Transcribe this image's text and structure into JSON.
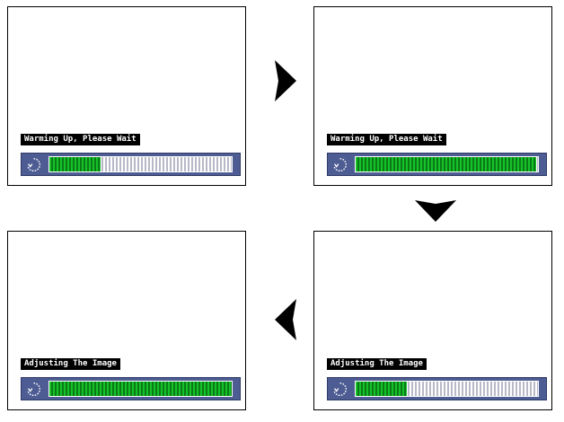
{
  "screens": [
    {
      "id": "screen-1",
      "label": "Warming Up, Please Wait",
      "progress": 0.28
    },
    {
      "id": "screen-2",
      "label": "Warming Up, Please Wait",
      "progress": 0.99
    },
    {
      "id": "screen-3",
      "label": "Adjusting The Image",
      "progress": 0.28
    },
    {
      "id": "screen-4",
      "label": "Adjusting The Image",
      "progress": 1.0
    }
  ],
  "icons": {
    "spinner": "refresh-spinner-icon",
    "arrow_right": "arrow-right-icon",
    "arrow_down": "arrow-down-icon",
    "arrow_left": "arrow-left-icon"
  },
  "colors": {
    "panel": "#4d5c92",
    "fill": "#16c22a",
    "track": "#b8b8c8"
  }
}
